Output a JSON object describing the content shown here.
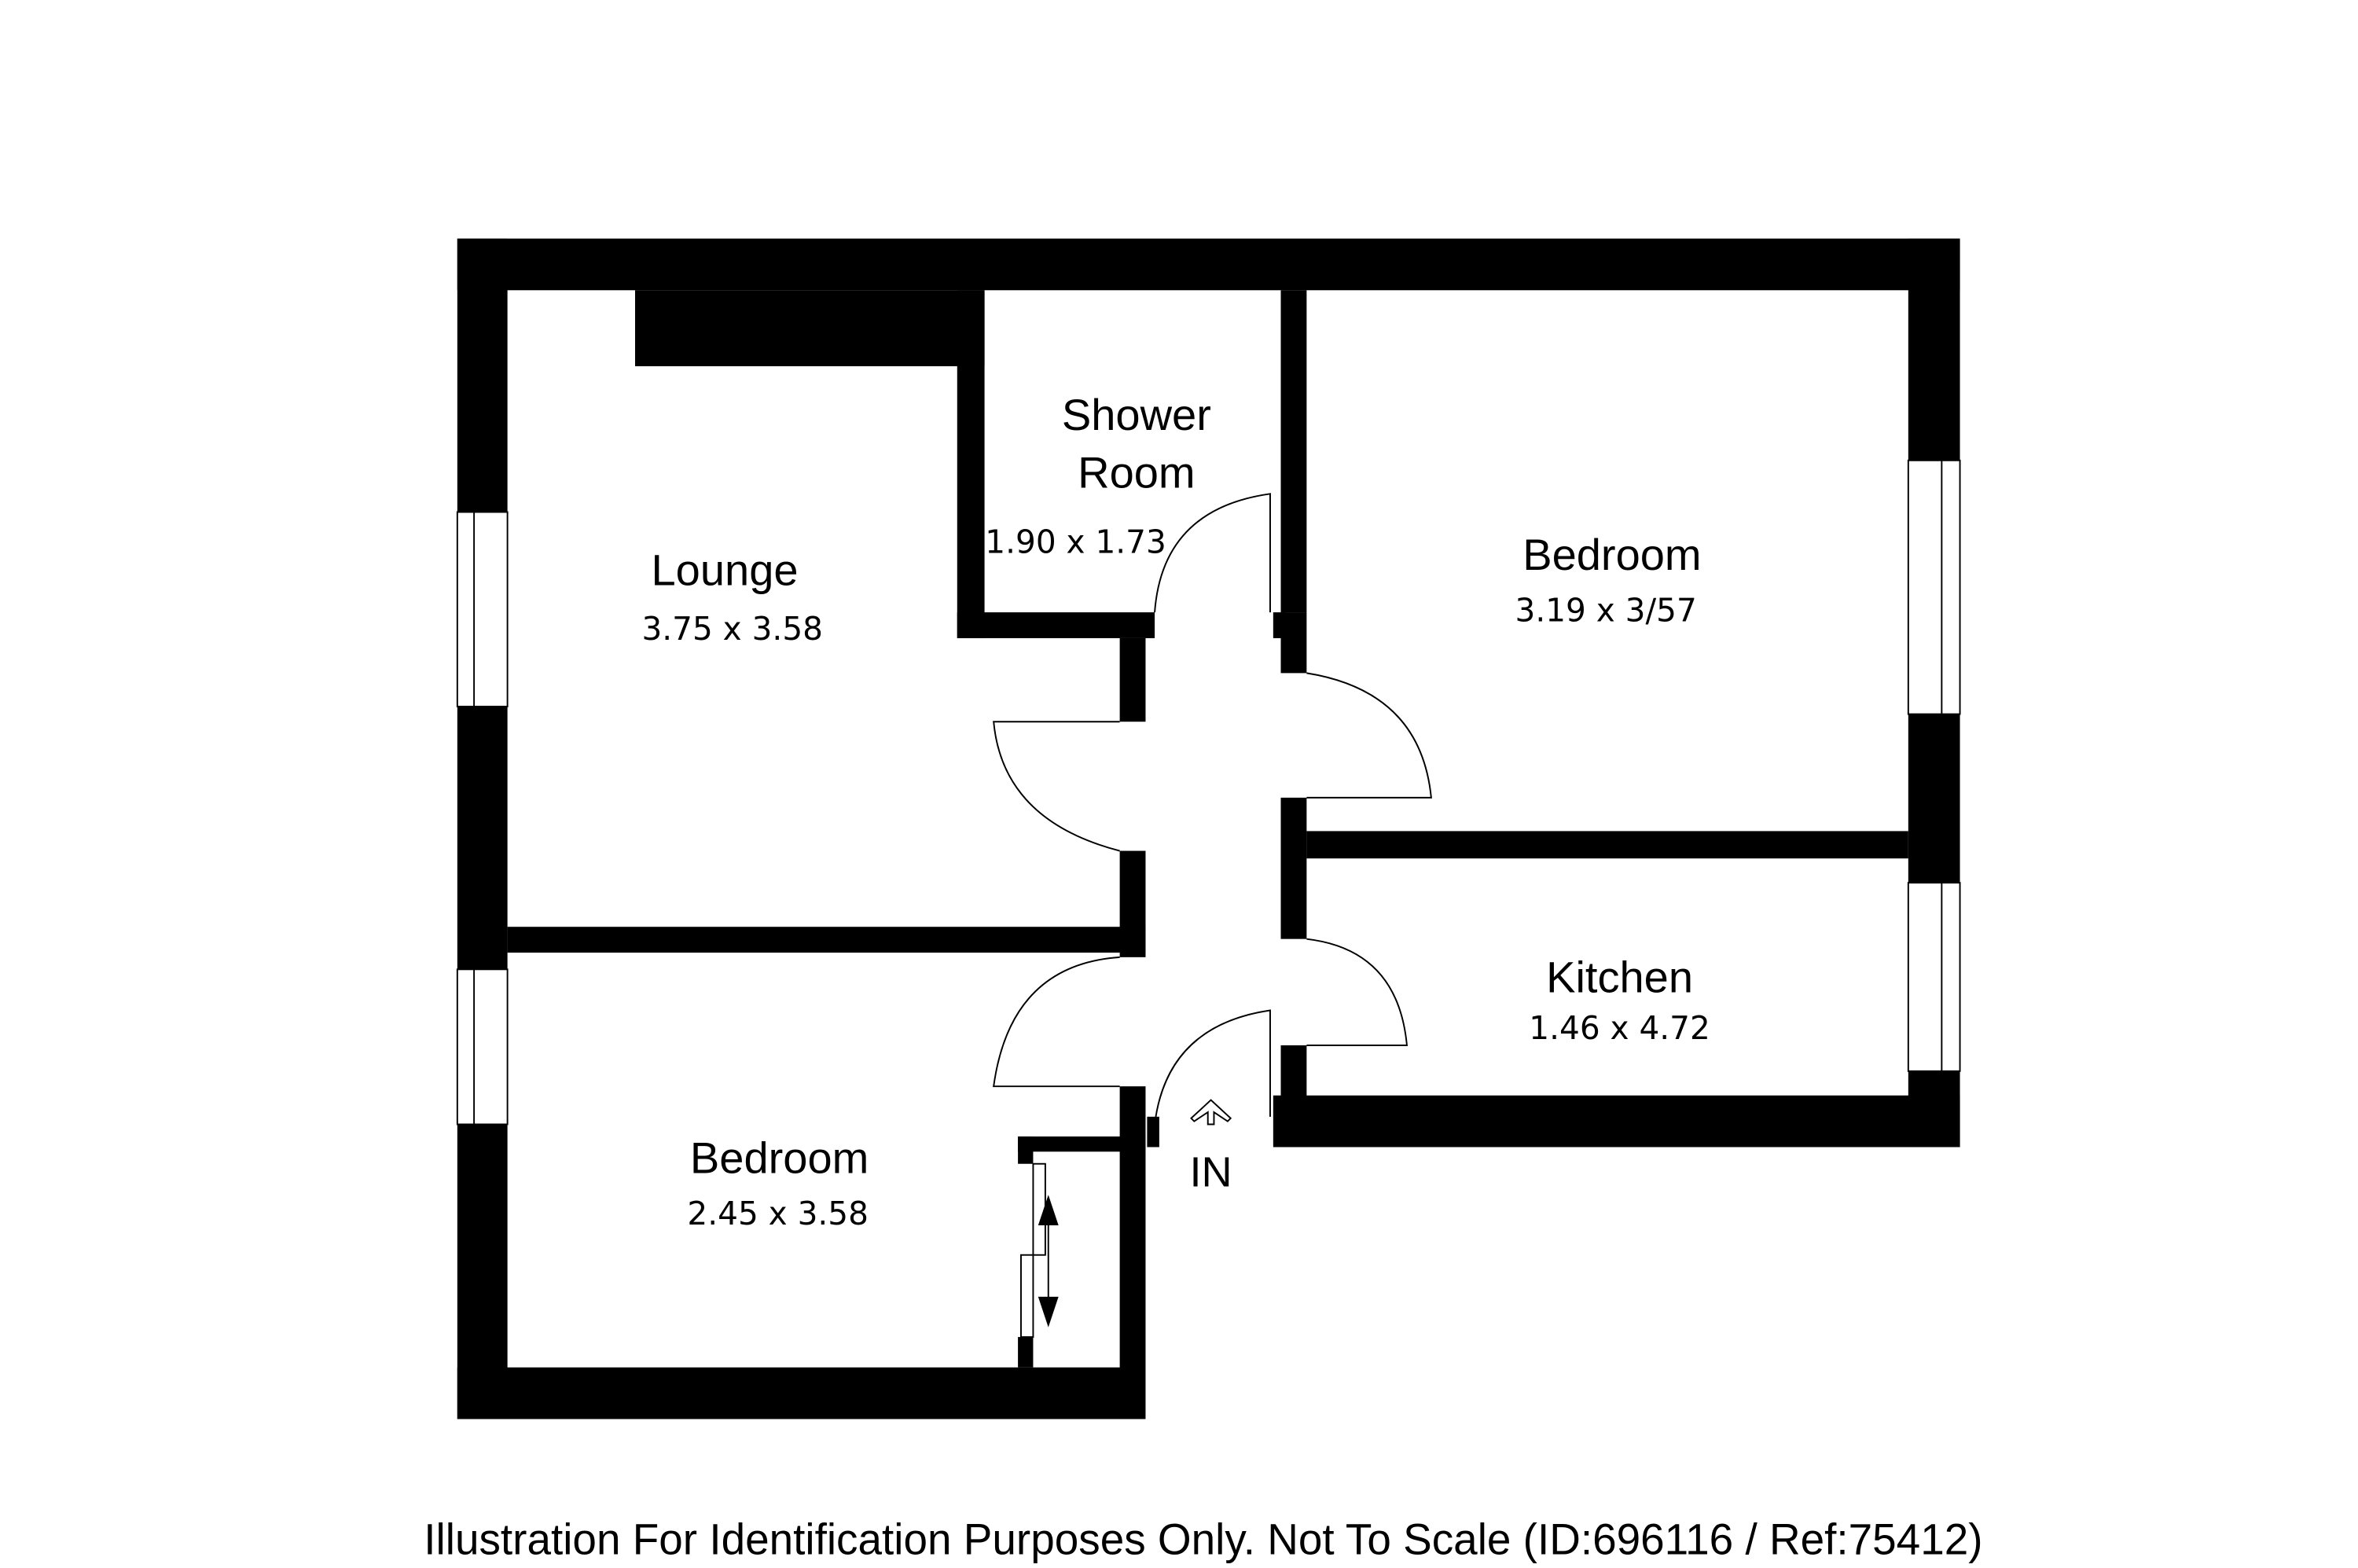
{
  "plan": {
    "wall_color": "#000000",
    "background_color": "#ffffff",
    "rooms": [
      {
        "name": "Lounge",
        "dimensions": "3.75 x 3.58"
      },
      {
        "name_line1": "Shower",
        "name_line2": "Room",
        "dimensions": "1.90 x 1.73"
      },
      {
        "name": "Bedroom",
        "dimensions": "3.19 x 3/57"
      },
      {
        "name": "Kitchen",
        "dimensions": "1.46 x 4.72"
      },
      {
        "name": "Bedroom",
        "dimensions": "2.45 x 3.58"
      }
    ],
    "entrance_label": "IN"
  },
  "footer": {
    "disclaimer": "Illustration For Identification Purposes Only. Not To Scale (ID:696116 / Ref:75412)"
  }
}
